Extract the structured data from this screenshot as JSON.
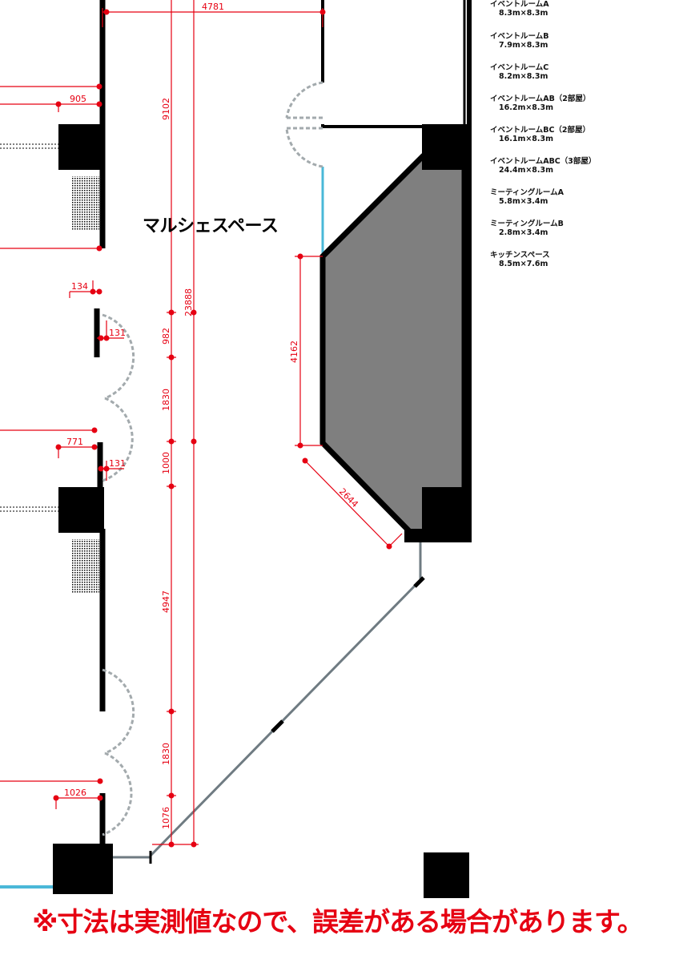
{
  "legend": {
    "items": [
      {
        "name": "イベントルームA",
        "size": "8.3m×8.3m"
      },
      {
        "name": "イベントルームB",
        "size": "7.9m×8.3m"
      },
      {
        "name": "イベントルームC",
        "size": "8.2m×8.3m"
      },
      {
        "name": "イベントルームAB（2部屋）",
        "size": "16.2m×8.3m"
      },
      {
        "name": "イベントルームBC（2部屋）",
        "size": "16.1m×8.3m"
      },
      {
        "name": "イベントルームABC（3部屋）",
        "size": "24.4m×8.3m"
      },
      {
        "name": "ミーティングルームA",
        "size": "5.8m×3.4m"
      },
      {
        "name": "ミーティングルームB",
        "size": "2.8m×3.4m"
      },
      {
        "name": "キッチンスペース",
        "size": "8.5m×7.6m"
      }
    ]
  },
  "plan": {
    "space_label": "マルシェスペース",
    "dimensions": {
      "top_width": "4781",
      "d905": "905",
      "d134": "134",
      "d131a": "131",
      "d771": "771",
      "d131b": "131",
      "d1026": "1026",
      "seg9102": "9102",
      "total23888": "23888",
      "seg982": "982",
      "seg1830a": "1830",
      "seg1000": "1000",
      "seg4947": "4947",
      "seg1830b": "1830",
      "seg1076": "1076",
      "wall4162": "4162",
      "diag2644": "2644"
    },
    "colors": {
      "wall": "#000000",
      "dimension": "#e60012",
      "glass": "#4ab8d8",
      "door_swing": "#a3aaad",
      "room_fill": "#7f7f7f",
      "rail": "#6f7b82"
    }
  },
  "note": "※寸法は実測値なので、誤差がある場合があります。"
}
